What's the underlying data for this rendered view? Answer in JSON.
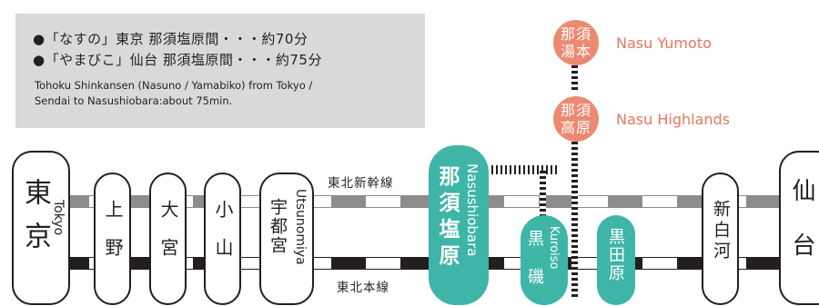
{
  "info": {
    "line1": "●「なすの」東京 那須塩原間・・・約70分",
    "line2": "●「やまびこ」仙台 那須塩原間・・・約75分",
    "en1": "Tohoku Shinkansen (Nasuno / Yamabiko) from Tokyo /",
    "en2": "Sendai to Nasushiobara:about 75min."
  },
  "lines": {
    "shinkansen": "東北新幹線",
    "main": "東北本線"
  },
  "stations": {
    "tokyo": {
      "jp": "東京",
      "en": "Tokyo"
    },
    "ueno": {
      "jp": "上野"
    },
    "omiya": {
      "jp": "大宮"
    },
    "oyama": {
      "jp": "小山"
    },
    "utsunomiya": {
      "jp": "宇都宮",
      "en": "Utsunomiya"
    },
    "nasushiobara": {
      "jp": "那須塩原",
      "en": "Nasushiobara"
    },
    "kuroiso": {
      "jp": "黒磯",
      "en": "Kuroiso"
    },
    "kurodahara": {
      "jp": "黒田原"
    },
    "shinshirakawa": {
      "jp": "新白河"
    },
    "sendai": {
      "jp": "仙台"
    }
  },
  "destinations": {
    "yumoto": {
      "jp_top": "那須",
      "jp_bottom": "湯本",
      "en": "Nasu Yumoto"
    },
    "highlands": {
      "jp_top": "那須",
      "jp_bottom": "高原",
      "en": "Nasu Highlands"
    }
  },
  "colors": {
    "teal": "#3fb5a8",
    "salmon": "#eb8a72",
    "box_gray": "#d9d9d9",
    "shinkansen_gray": "#8c8c8c",
    "ink": "#231f20"
  }
}
